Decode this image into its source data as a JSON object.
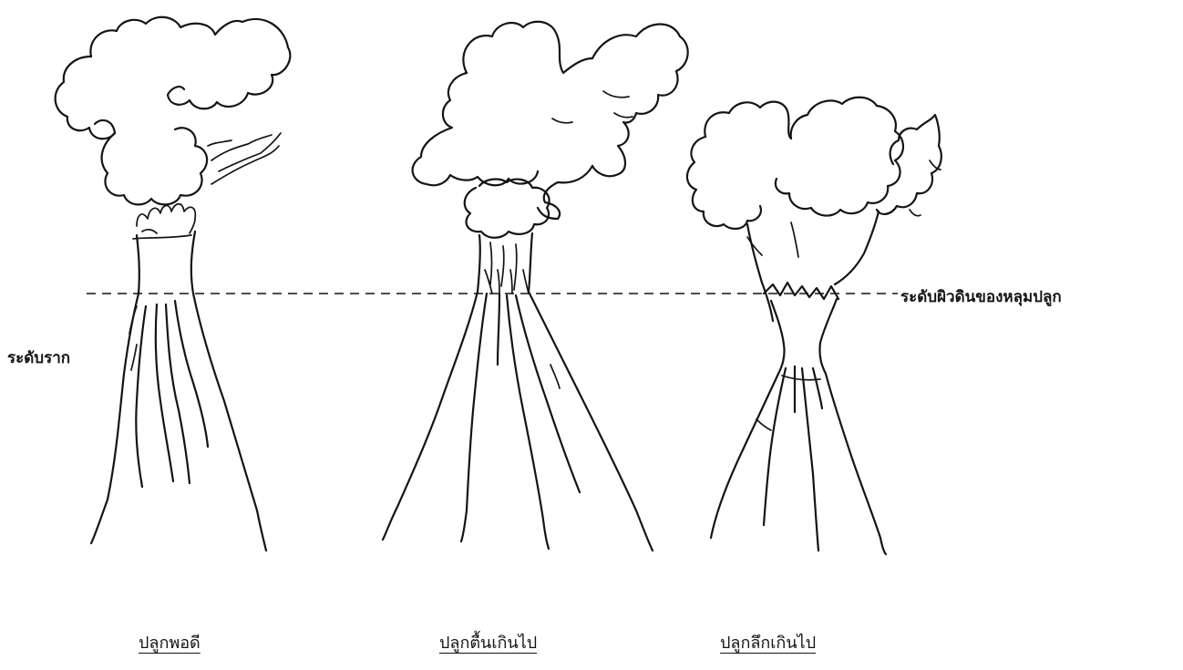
{
  "labels": {
    "soil_surface": "ระดับผิวดินของหลุมปลูก",
    "root_level": "ระดับราก"
  },
  "captions": [
    "ปลูกพอดี",
    "ปลูกตื้นเกินไป",
    "ปลูกลึกเกินไป"
  ]
}
